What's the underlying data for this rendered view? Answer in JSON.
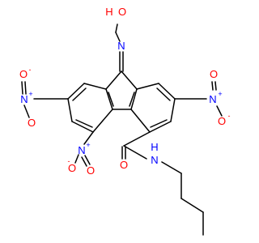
{
  "molecule": {
    "atoms": {
      "oxime_h": "H",
      "oxime_o": "O",
      "oxime_n": "N",
      "nitro_left_o_top": "O",
      "nitro_left_o_charge": "-",
      "nitro_left_n": "N",
      "nitro_left_n_charge": "+",
      "nitro_left_o_bottom": "O",
      "nitro_bottom_n": "N",
      "nitro_bottom_n_charge": "+",
      "nitro_bottom_o_left": "O",
      "nitro_bottom_o_charge": "-",
      "nitro_bottom_o_right": "O",
      "nitro_right_o_top": "O",
      "nitro_right_n": "N",
      "nitro_right_n_charge": "+",
      "nitro_right_o_bottom": "O",
      "nitro_right_o_charge": "-",
      "amide_o": "O",
      "amide_n": "N",
      "amide_h": "H"
    },
    "colors": {
      "bond": "#000000",
      "oxygen": "#ff0000",
      "nitrogen": "#0000ff"
    }
  }
}
